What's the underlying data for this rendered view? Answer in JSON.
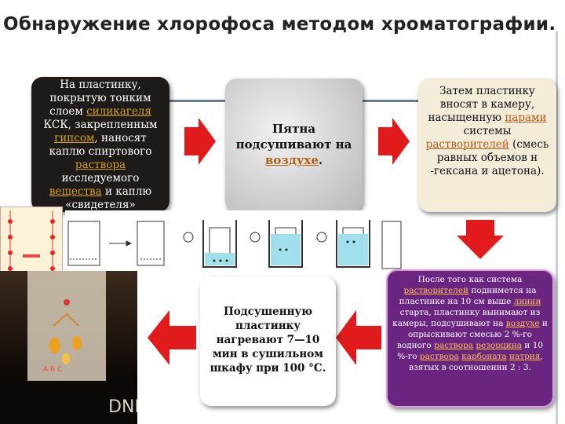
{
  "title": "Обнаружение хлорофоса методом хроматографии.",
  "colors": {
    "accent_red": "#e11b1b",
    "purple_box": "#6a2580",
    "link": "#d4a020"
  },
  "step1": {
    "t1": "На пластинку, покрытую тонким слоем ",
    "l1": "силикагеля",
    "t2": " КСК, закрепленным ",
    "l2": "гипсом",
    "t3": ", наносят каплю спиртового ",
    "l3": "раствора",
    "t4": " исследуемого ",
    "l4": "вещества",
    "t5": " и каплю ",
    "t6": " «свидетеля»"
  },
  "step2": {
    "t1": "Пятна подсушивают на ",
    "l1": "воздухе",
    "t2": "."
  },
  "step3": {
    "t1": "Затем пластинку вносят в камеру, насыщенную ",
    "l1": "парами",
    "t2": " системы ",
    "l2": "растворителей",
    "t3": " (смесь равных объемов н -гексана и ацетона)."
  },
  "step4": {
    "text": "Подсушенную пластинку нагревают 7—10 мин в сушильном шкафу при 100 °С."
  },
  "step5": {
    "t1": "После того как система ",
    "l1": "растворителей",
    "t2": " поднимется на пластинке на 10 см выше ",
    "l2": "линии",
    "t3": " старта, пластинку вынимают из камеры, подсушивают на ",
    "l3": "воздухе",
    "t4": " и опрыскивают смесью 2 %-го водного ",
    "l4": "раствора",
    "t5": " ",
    "l5": "резорцина",
    "t6": " и 10 %-го ",
    "l6": "раствора",
    "t7": " ",
    "l7": "карбоната",
    "t8": " ",
    "l8": "натрия",
    "t9": ", взятых в соотношении 2 : 3."
  },
  "photo": {
    "brand": "DNP",
    "spot_labels": "А  Б  С"
  }
}
